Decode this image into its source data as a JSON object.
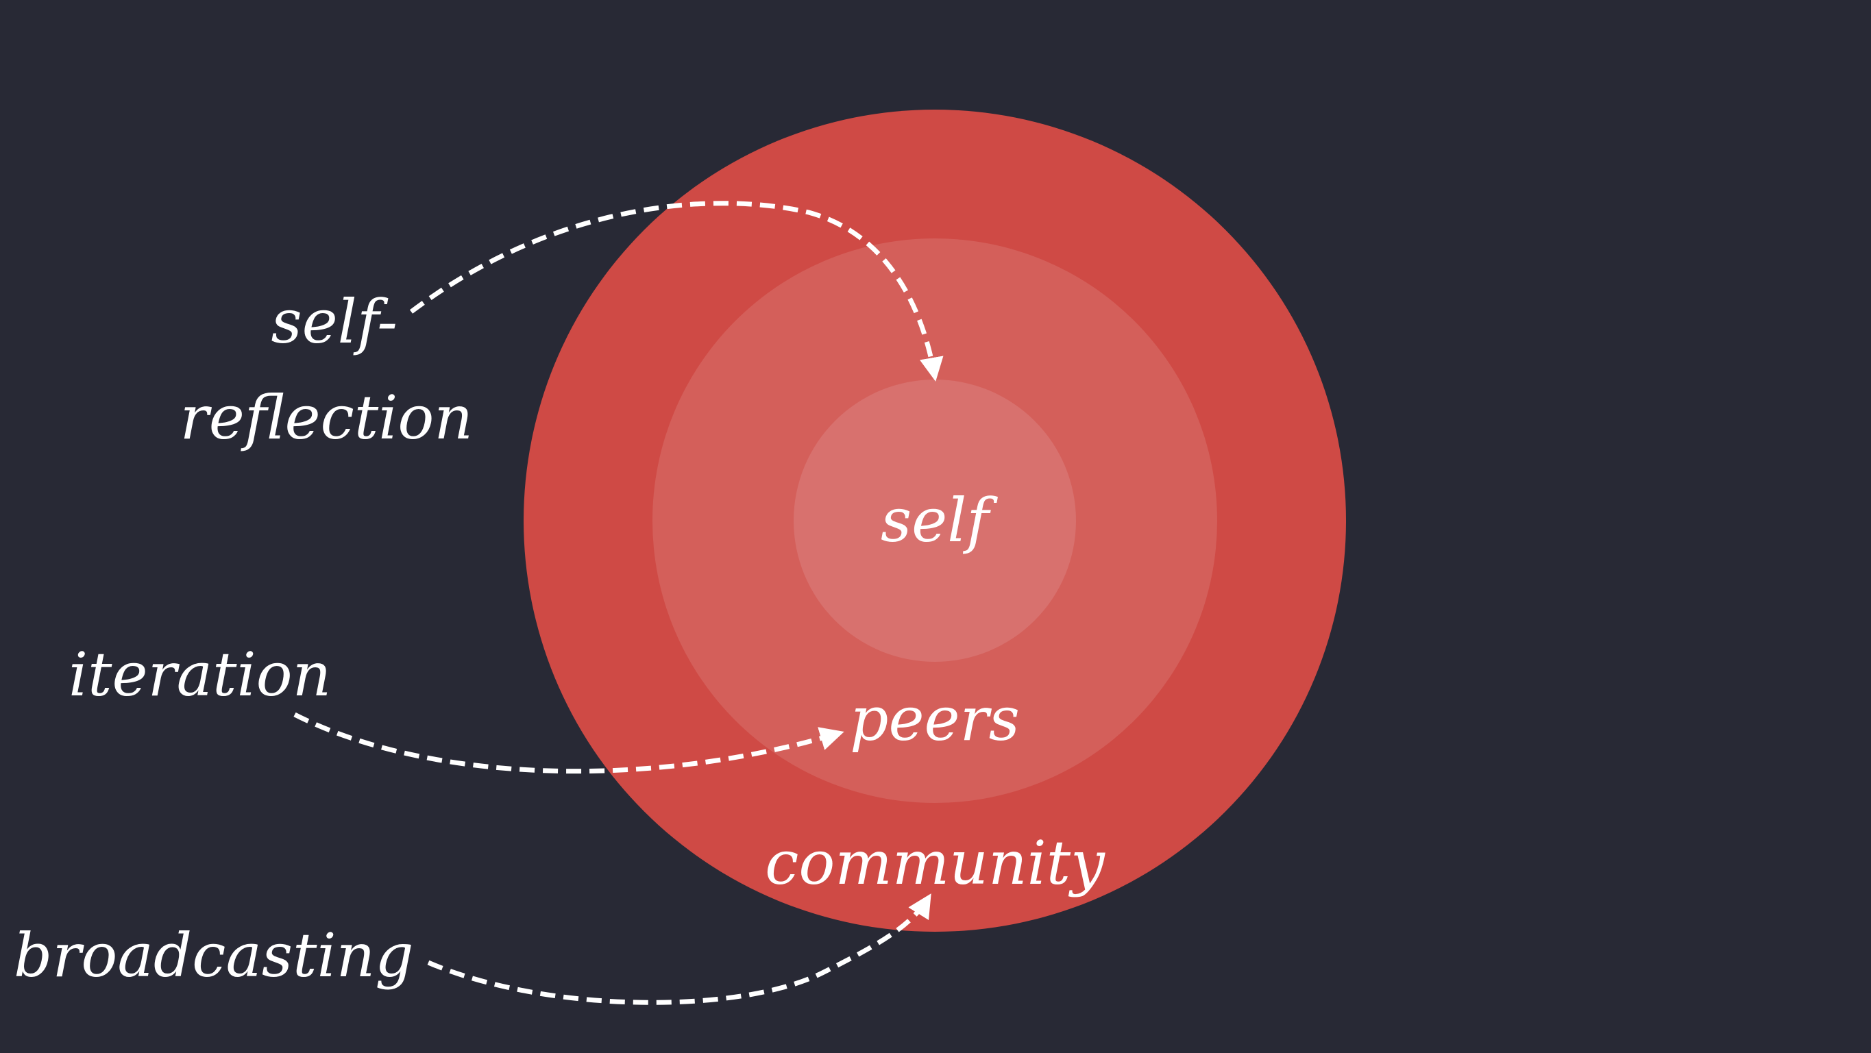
{
  "colors": {
    "background": "#282935",
    "community": "#cf4a45",
    "peers": "#d45f5a",
    "self": "#d8716e",
    "label": "#ffffff",
    "arrow": "#ffffff"
  },
  "rings": {
    "self": "self",
    "peers": "peers",
    "community": "community"
  },
  "processes": {
    "self_reflection_line1": "self-",
    "self_reflection_line2": "reflection",
    "iteration": "iteration",
    "broadcasting": "broadcasting"
  }
}
